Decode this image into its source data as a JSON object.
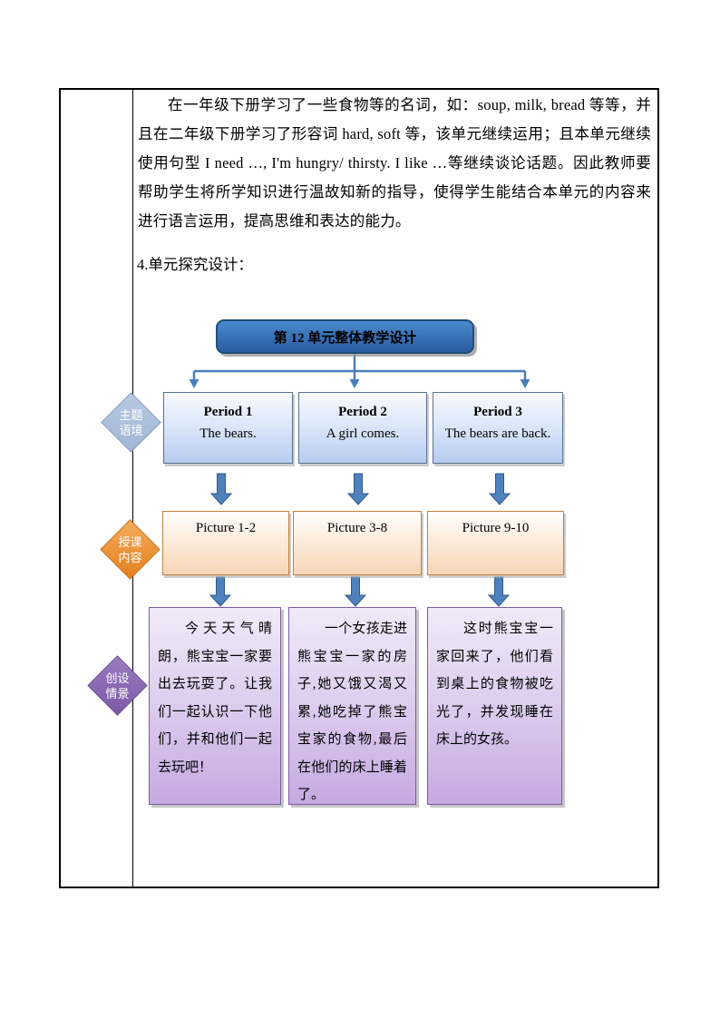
{
  "document": {
    "paragraph": "在一年级下册学习了一些食物等的名词，如：soup, milk, bread 等等，并且在二年级下册学习了形容词 hard, soft 等，该单元继续运用；且本单元继续使用句型 I need …, I'm hungry/ thirsty. I like …等继续谈论话题。因此教师要帮助学生将所学知识进行温故知新的指导，使得学生能结合本单元的内容来进行语言运用，提高思维和表达的能力。",
    "section_heading": "4.单元探究设计："
  },
  "diagram": {
    "title": "第 12 单元整体教学设计",
    "stages": [
      {
        "label": "主题语境",
        "line1": "主题",
        "line2": "语境"
      },
      {
        "label": "授课内容",
        "line1": "授课",
        "line2": "内容"
      },
      {
        "label": "创设情景",
        "line1": "创设",
        "line2": "情景"
      }
    ],
    "periods": [
      {
        "title": "Period 1",
        "subtitle": "The bears."
      },
      {
        "title": "Period 2",
        "subtitle": "A girl comes."
      },
      {
        "title": "Period 3",
        "subtitle": "The bears are back."
      }
    ],
    "pictures": [
      {
        "label": "Picture 1-2"
      },
      {
        "label": "Picture 3-8"
      },
      {
        "label": "Picture 9-10"
      }
    ],
    "scenarios": [
      {
        "text": "今天天气晴朗，熊宝宝一家要出去玩耍了。让我们一起认识一下他们，并和他们一起去玩吧！"
      },
      {
        "text": "一个女孩走进熊宝宝一家的房子,她又饿又渴又累,她吃掉了熊宝宝家的食物,最后在他们的床上睡着了。"
      },
      {
        "text": "这时熊宝宝一家回来了，他们看到桌上的食物被吃光了，并发现睡在床上的女孩。"
      }
    ],
    "colors": {
      "title_box_blue": "#2e64a8",
      "connector_blue": "#4a7ebb",
      "period_box_blue": "#b7ccf0",
      "picture_box_peach": "#f8d5b6",
      "scenario_box_purple": "#c5a9e1",
      "diamond_theme_blue": "#a2b7d6",
      "diamond_content_orange": "#e2801c",
      "diamond_scene_purple": "#7b59a4",
      "table_border": "#000000"
    }
  }
}
